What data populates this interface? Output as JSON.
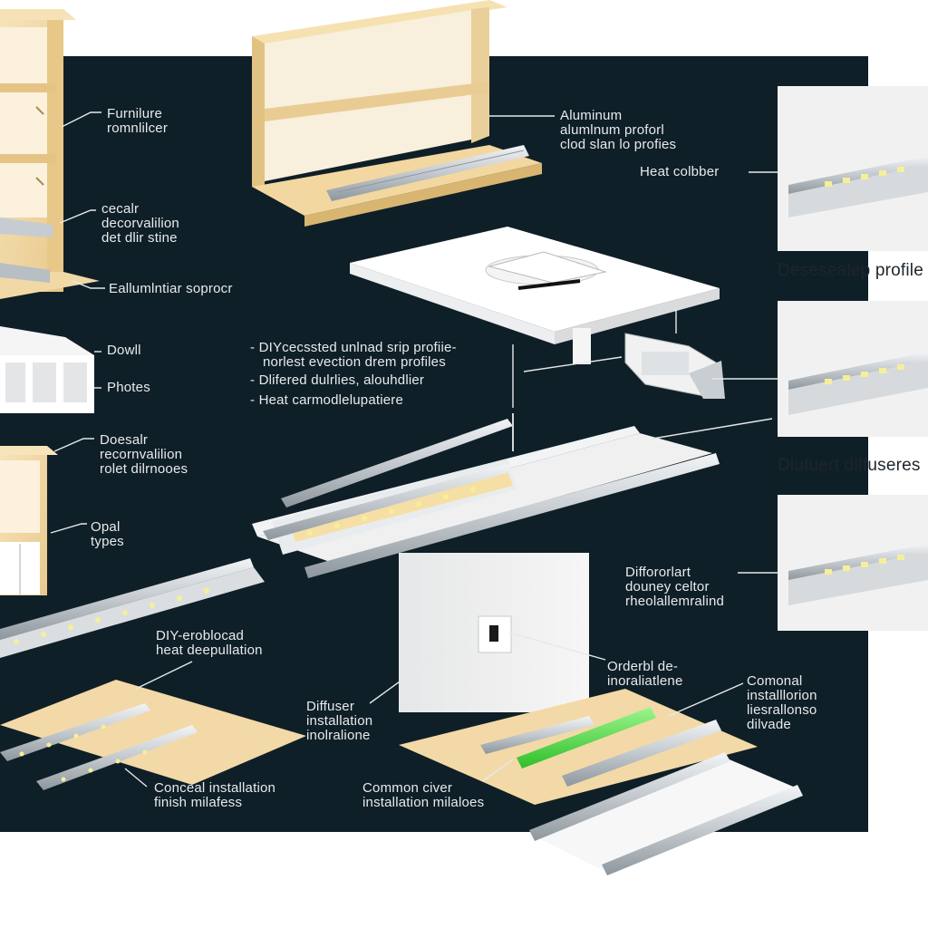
{
  "colors": {
    "background": "#0f1f27",
    "page": "#ffffff",
    "wood": "#f3dcaa",
    "wood_dark": "#d9b878",
    "aluminum": "#cfd4d8",
    "led": "#f6ef9a",
    "accent_green": "#58e64a",
    "panel": "#f1f1f1"
  },
  "labels": {
    "furniture": [
      "Furnilure",
      "romnlilcer"
    ],
    "cecalr": [
      "cecalr",
      "decorvalilion",
      "det dlir stine"
    ],
    "eallumntiar": [
      "Eallumlntiar soprocr"
    ],
    "dowll": [
      "Dowll"
    ],
    "photes": [
      "Photes"
    ],
    "doesalr": [
      "Doesalr",
      "recornvalilion",
      "rolet dilrnooes"
    ],
    "opal_types": [
      "Opal",
      "types"
    ],
    "aluminum_profiles": [
      "Aluminum",
      "alumlnum proforl",
      "clod slan lo profies"
    ],
    "heat_colbber": [
      "Heat colbber"
    ],
    "desesealep_profile": [
      "Desesealep profile"
    ],
    "bullet_list": [
      "- DIYcecssted unlnad srip profiie-",
      "norlest evection drem profiles",
      "- Dlifered dulrlies, alouhdlier",
      "- Heat carmodlelupatiere"
    ],
    "diufuert_diffuser": [
      "Diufuert diffuseres"
    ],
    "differorlart": [
      "Diffororlart",
      "douney celtor",
      "rheolallemralind"
    ],
    "diy_heat": [
      "DIY-eroblocad",
      "heat deepullation"
    ],
    "ordertbl": [
      "Orderbl de-",
      "inoraliatlene"
    ],
    "comonal": [
      "Comonal",
      "installlorion",
      "liesrallonso",
      "dilvade"
    ],
    "diffuser_installation": [
      "Diffuser",
      "installation",
      "inolralione"
    ],
    "conceal_installation": [
      "Conceal installation",
      "finish milafess"
    ],
    "common_civer": [
      "Common civer",
      "installation milaloes"
    ]
  }
}
